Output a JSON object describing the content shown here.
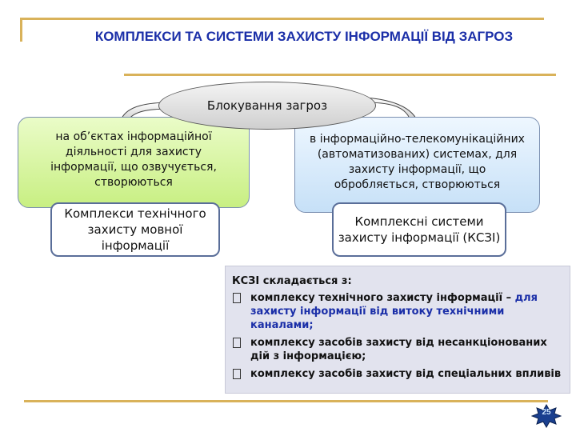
{
  "slide": {
    "title": "КОМПЛЕКСИ ТА СИСТЕМИ ЗАХИСТУ ІНФОРМАЦІЇ ВІД ЗАГРОЗ",
    "center_label": "Блокування загроз",
    "left_box_text": "на об’єктах інформаційної діяльності для захисту інформації, що озвучується, створюються",
    "right_box_text": "в інформаційно-телекомунікаційних (автоматизованих) системах, для захисту інформації, що обробляється, створюються",
    "left_label": "Комплекси технічного захисту мовної інформації",
    "right_label": "Комплексні системи захисту інформації (КСЗІ)",
    "info": {
      "heading": "КСЗІ складається з:",
      "items": [
        {
          "prefix": "комплексу технічного захисту інформації – ",
          "highlight": "для захисту інформації від витоку технічними каналами;"
        },
        {
          "prefix": "комплексу засобів захисту від несанкціонованих дій з інформацією;",
          "highlight": ""
        },
        {
          "prefix": "комплексу засобів захисту від спеціальних впливів",
          "highlight": ""
        }
      ]
    },
    "page_number": "25"
  },
  "colors": {
    "title": "#1b2fa8",
    "frame": "#d9b25a",
    "green_box": "#c8ef82",
    "blue_box": "#c6e0f7",
    "panel": "#e2e3ee",
    "badge": "#1a3f8f"
  }
}
